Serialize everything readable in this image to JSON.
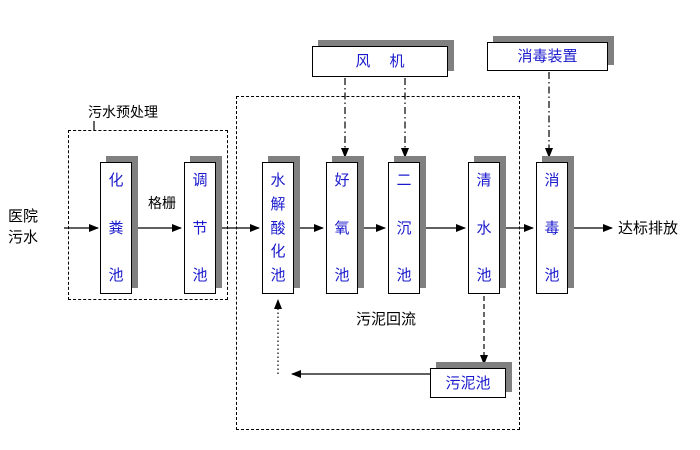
{
  "colors": {
    "tank_text": "#1a1acd",
    "box_shadow": "#808080",
    "line": "#000000",
    "background": "#ffffff"
  },
  "labels": {
    "inflow_line1": "医院",
    "inflow_line2": "污水",
    "pretreatment": "污水预处理",
    "grid": "格栅",
    "sludge_return": "污泥回流",
    "discharge": "达标排放"
  },
  "equipment": {
    "fan": "风    机",
    "disinfection_device": "消毒装置",
    "sludge_tank": "污泥池"
  },
  "tanks": [
    {
      "name": "septic",
      "label": "化粪池"
    },
    {
      "name": "regulating",
      "label": "调节池"
    },
    {
      "name": "hydrolysis",
      "label": "水解酸化池"
    },
    {
      "name": "aerobic",
      "label": "好氧池"
    },
    {
      "name": "secondary",
      "label": "二沉池"
    },
    {
      "name": "clear-water",
      "label": "清水池"
    },
    {
      "name": "disinfection",
      "label": "消毒池"
    }
  ]
}
